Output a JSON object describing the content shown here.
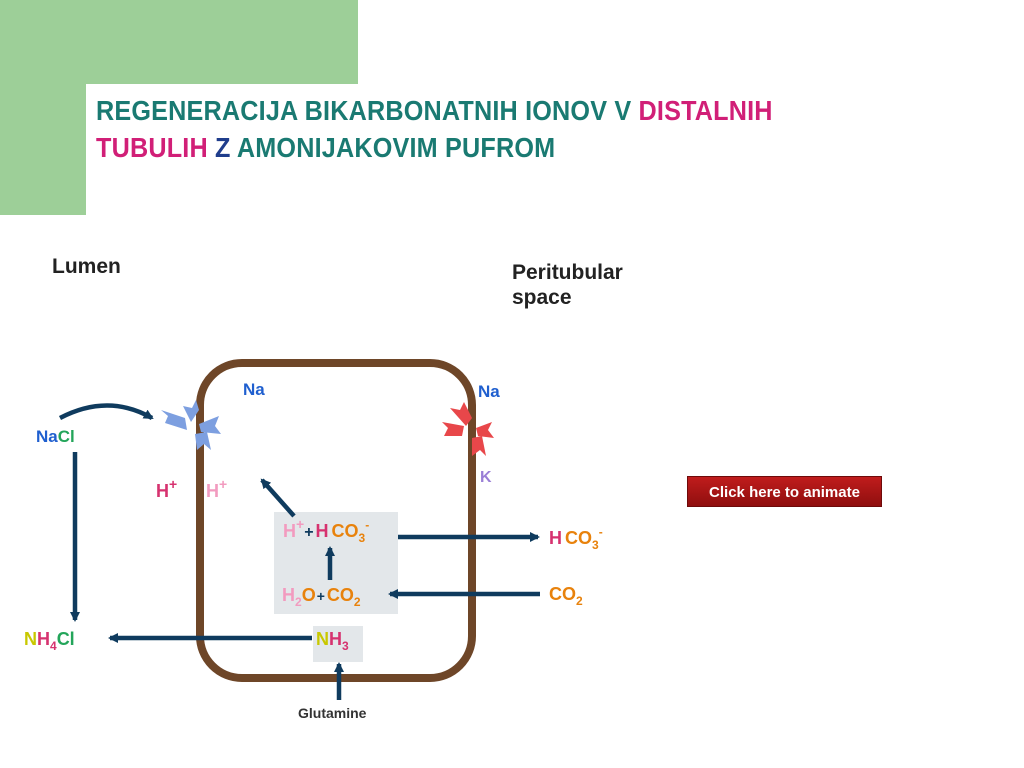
{
  "title": {
    "part1": "REGENERACIJA BIKARBONATNIH IONOV V ",
    "part2": "DISTALNIH",
    "part3": "TUBULIH",
    "part4": " Z ",
    "part5": "AMONIJAKOVIM PUFROM"
  },
  "labels": {
    "lumen": "Lumen",
    "peritubular_line1": "Peritubular",
    "peritubular_line2": "space"
  },
  "diagram": {
    "na_left_top": "Na",
    "na_right_top": "Na",
    "k_label": "K",
    "nacl_na": "Na",
    "nacl_cl": "Cl",
    "h_plus_left_1": "H",
    "h_plus_left_2": "H",
    "plus_sign": "+",
    "reaction_h": "H",
    "reaction_plus": "+",
    "reaction_h2": "H",
    "reaction_co3": "CO",
    "sub3": "3",
    "sup_minus": "-",
    "water_h": "H",
    "sub2": "2",
    "water_o": "O",
    "co2_c": "CO",
    "hco3_out_h": "H",
    "hco3_out_co": "CO",
    "co2_out": "CO",
    "nh3_n": "N",
    "nh3_h": "H",
    "nh4cl_n": "N",
    "nh4cl_h": "H",
    "sub4": "4",
    "nh4cl_cl": "Cl",
    "glutamine": "Glutamine"
  },
  "button": {
    "animate_label": "Click here to animate"
  },
  "colors": {
    "green_bg": "#9dcf98",
    "title_teal": "#1a7a72",
    "title_pink": "#d11f77",
    "title_navy": "#1f3d8c",
    "cell_border": "#6e4628",
    "arrow": "#0f3b5e",
    "transporter_left": "#7d9fe0",
    "transporter_right": "#e8474a",
    "na_blue": "#1f5fcf",
    "h_pink": "#d6326f",
    "h_light_pink": "#f29bbf",
    "k_purple": "#9a7fd6",
    "co_orange": "#e8820c",
    "n_yellow": "#c8c800",
    "cl_green": "#23a55a",
    "reaction_box": "#e3e7ea"
  },
  "icons": {
    "left_transporter": "na-h-exchanger-icon",
    "right_transporter": "na-k-pump-icon"
  }
}
